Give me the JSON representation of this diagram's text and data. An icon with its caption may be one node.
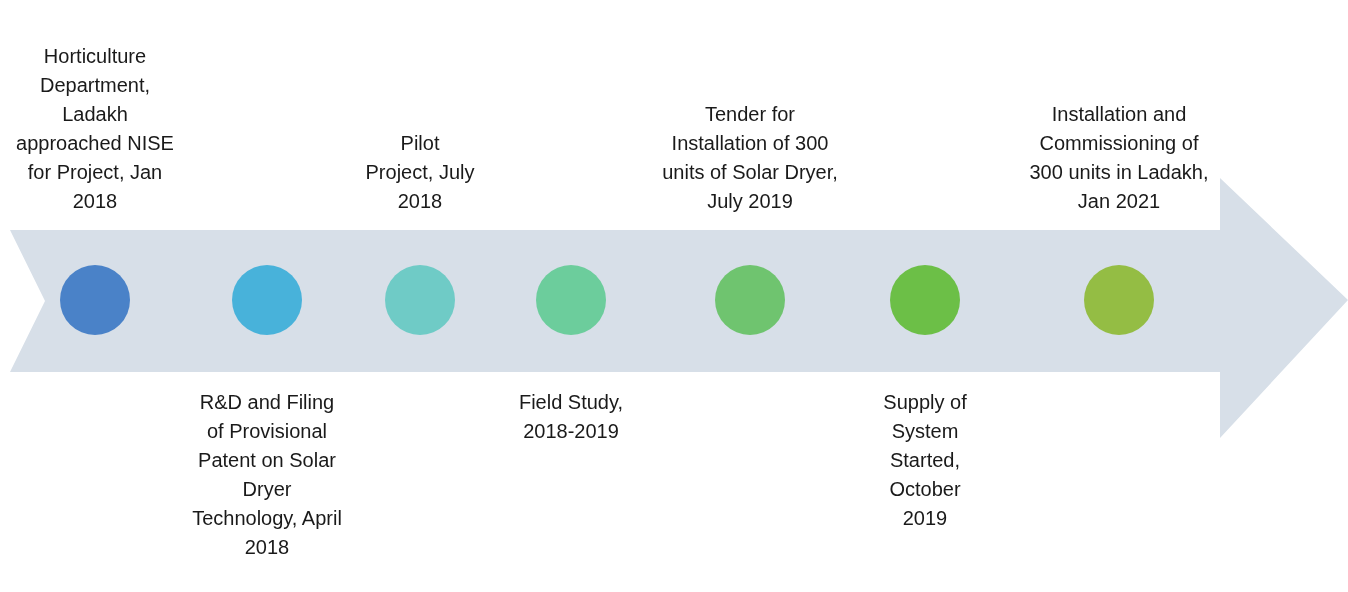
{
  "diagram": {
    "nodes": [
      {
        "text": [],
        "shape": "circle",
        "beside": [
          "Horticulture Department, Ladakh approached NISE for Project, Jan 2018"
        ]
      },
      {
        "text": [],
        "shape": "circle",
        "beside": [
          "R&D and Filing of Provisional Patent on Solar Dryer Technology, April 2018"
        ]
      },
      {
        "text": [],
        "shape": "circle",
        "beside": [
          "Pilot Project, July 2018"
        ]
      },
      {
        "text": [],
        "shape": "circle",
        "beside": [
          "Field Study, 2018-2019"
        ]
      },
      {
        "text": [],
        "shape": "circle",
        "beside": [
          "Tender for Installation of 300 units of Solar Dryer, July 2019"
        ]
      },
      {
        "text": [],
        "shape": "circle",
        "beside": [
          "Supply of System Started, October 2019"
        ]
      },
      {
        "text": [],
        "shape": "circle",
        "beside": [
          "Installation and Commissioning of 300 units in Ladakh, Jan 2021"
        ]
      }
    ],
    "edges": []
  }
}
